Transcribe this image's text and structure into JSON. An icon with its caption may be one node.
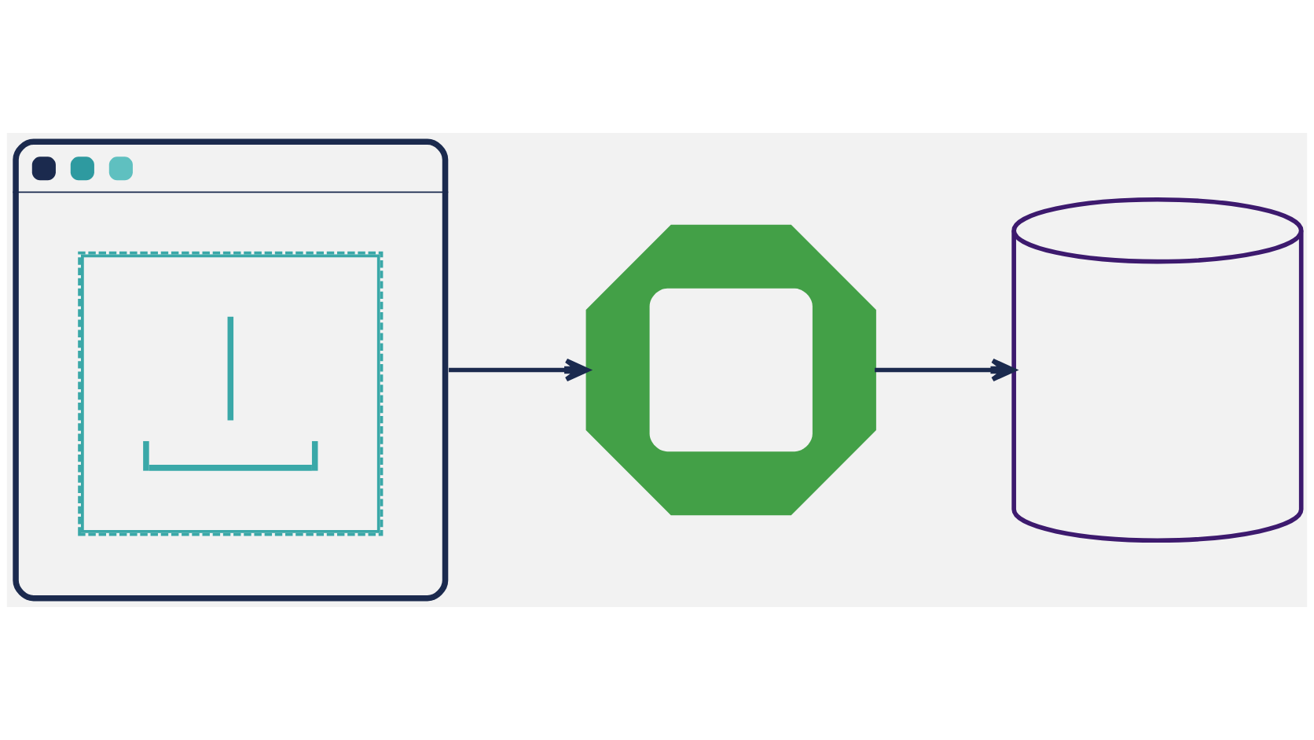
{
  "diagram": {
    "nodes": [
      {
        "text": [],
        "shape": "picture"
      },
      {
        "text": [],
        "shape": "picture"
      },
      {
        "text": [],
        "shape": "cylinder"
      }
    ],
    "edges": [
      {
        "from": 0,
        "to": 1,
        "arrow": "to"
      },
      {
        "from": 1,
        "to": 2,
        "arrow": "to"
      }
    ]
  }
}
